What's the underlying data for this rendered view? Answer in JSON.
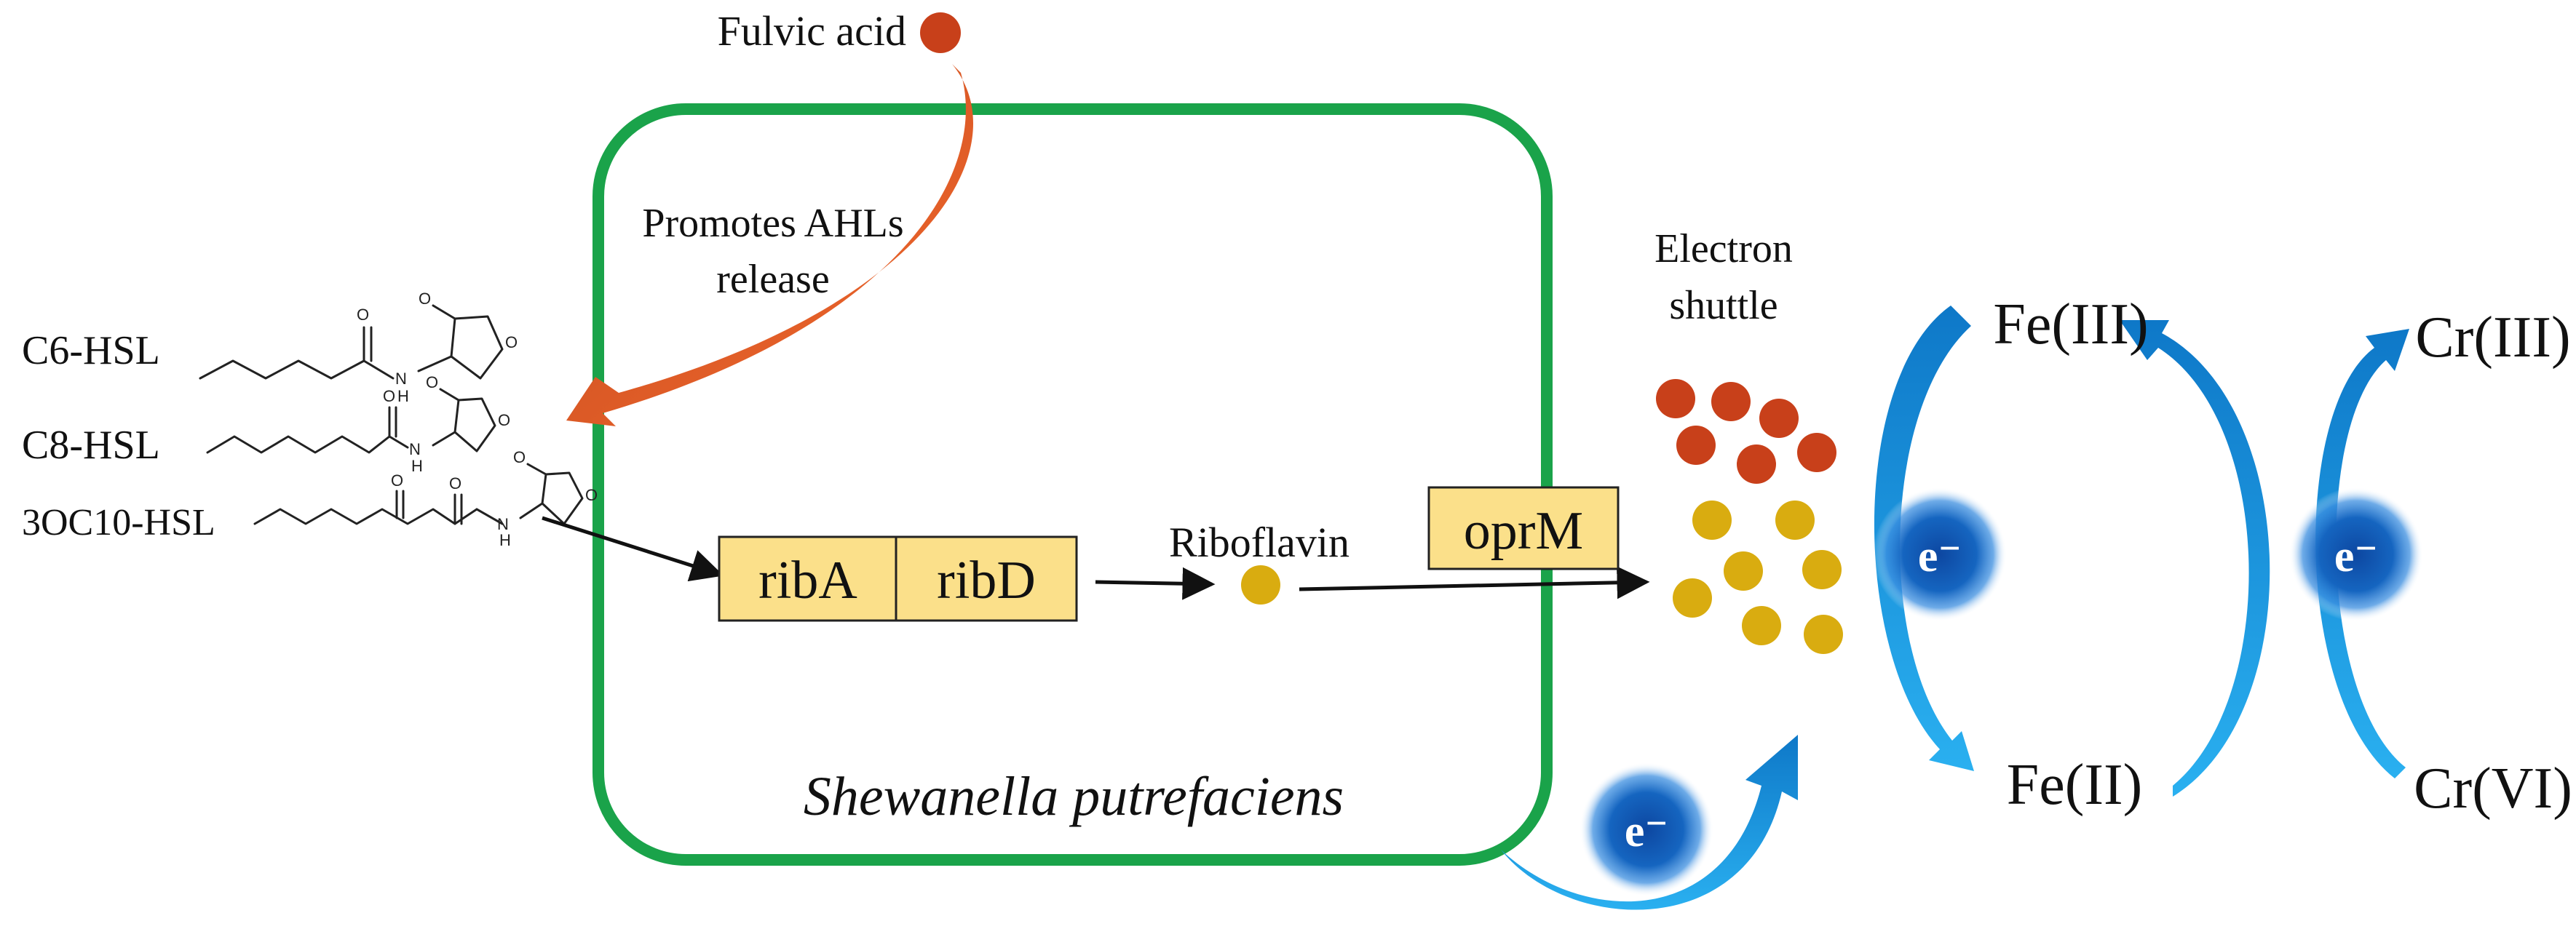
{
  "labels": {
    "fulvic_acid": "Fulvic acid",
    "promotes_line1": "Promotes AHLs",
    "promotes_line2": "release",
    "c6": "C6-HSL",
    "c8": "C8-HSL",
    "c10": "3OC10-HSL",
    "ribA": "ribA",
    "ribD": "ribD",
    "riboflavin": "Riboflavin",
    "oprM": "oprM",
    "electron_shuttle_line1": "Electron",
    "electron_shuttle_line2": "shuttle",
    "organism": "Shewanella putrefaciens",
    "fe3": "Fe(III)",
    "fe2": "Fe(II)",
    "cr3": "Cr(III)",
    "cr6": "Cr(VI)",
    "electron": "e⁻",
    "chem_N": "N",
    "chem_H": "H",
    "chem_O": "O"
  },
  "colors": {
    "cell_border": "#1aa34a",
    "fulvic": "#c8401a",
    "riboflavin": "#d9ac10",
    "gene_box": "#fbe08a",
    "arrow_orange": "#f06a30",
    "arrow_blue": "#1aa3e8",
    "electron": "#1565c0"
  }
}
